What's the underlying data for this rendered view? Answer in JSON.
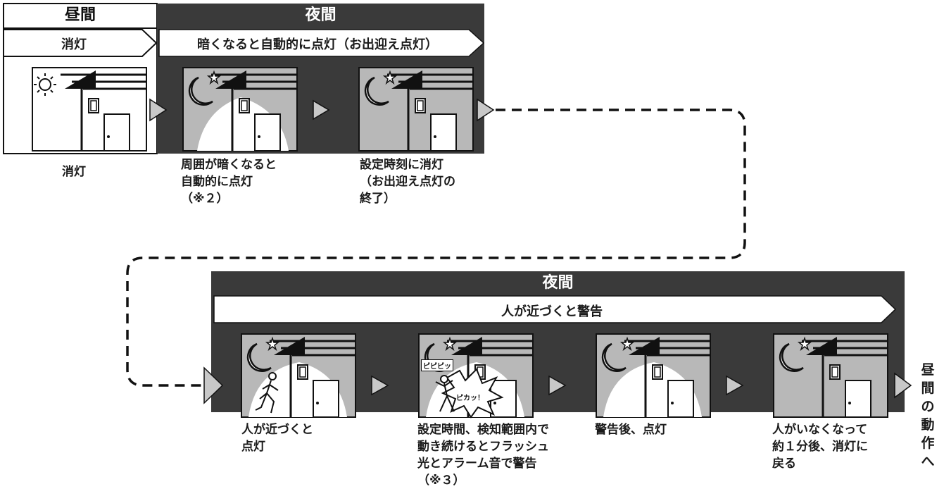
{
  "top": {
    "day_header": "昼間",
    "night_header": "夜間",
    "day_band": "消灯",
    "night_band": "暗くなると自動的に点灯（お出迎え点灯）",
    "captions": [
      "消灯",
      "周囲が暗くなると\n自動的に点灯\n（※２）",
      "設定時刻に消灯\n（お出迎え点灯の\n終了）"
    ]
  },
  "bottom": {
    "night_header": "夜間",
    "band": "人が近づくと警告",
    "captions": [
      "人が近づくと\n点灯",
      "設定時間、検知範囲内で\n動き続けるとフラッシュ\n光とアラーム音で警告\n（※３）",
      "警告後、点灯",
      "人がいなくなって\n約１分後、消灯に\n戻る"
    ],
    "sound_effect": "ピピピッ",
    "flash_effect": "ピカッ！"
  },
  "next_step": "昼間の動作へ"
}
